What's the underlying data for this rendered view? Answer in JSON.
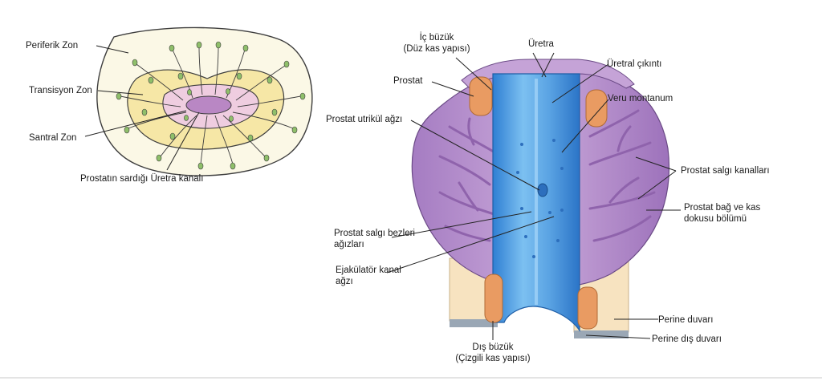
{
  "left_diagram": {
    "labels": {
      "peripheral": "Periferik  Zon",
      "transition": "Transisyon Zon",
      "central": "Santral Zon",
      "urethra_canal": "Prostatın sardığı Üretra kanalı"
    }
  },
  "right_diagram": {
    "labels": {
      "internal_sphincter_1": "İç büzük",
      "internal_sphincter_2": "(Düz kas yapısı)",
      "urethra": "Üretra",
      "prostate": "Prostat",
      "urethral_crest": "Üretral çıkıntı",
      "veru_montanum": "Veru montanum",
      "utricle_opening": "Prostat utrikül ağzı",
      "secretory_ducts": "Prostat salgı kanalları",
      "stroma_1": "Prostat bağ ve kas",
      "stroma_2": "dokusu bölümü",
      "gland_openings_1": "Prostat salgı bezleri",
      "gland_openings_2": "ağızları",
      "ejaculatory_1": "Ejakülatör kanal",
      "ejaculatory_2": "ağzı",
      "perineal_wall": "Perine duvarı",
      "perineal_outer_wall": "Perine dış duvarı",
      "external_sphincter_1": "Dış büzük",
      "external_sphincter_2": "(Çizgili kas yapısı)"
    }
  },
  "colors": {
    "peripheral_fill": "#fbf8e6",
    "transition_fill": "#f6e7a6",
    "central_fill": "#efcde0",
    "urethra_fill": "#b987c4",
    "duct_green": "#8fbf6a",
    "prostate_body": "#b592cb",
    "prostate_gland": "#8f63ac",
    "urethra_blue": "#5aa3e3",
    "sphincter_orange": "#e99b62",
    "perineum": "#f7e3c0"
  }
}
